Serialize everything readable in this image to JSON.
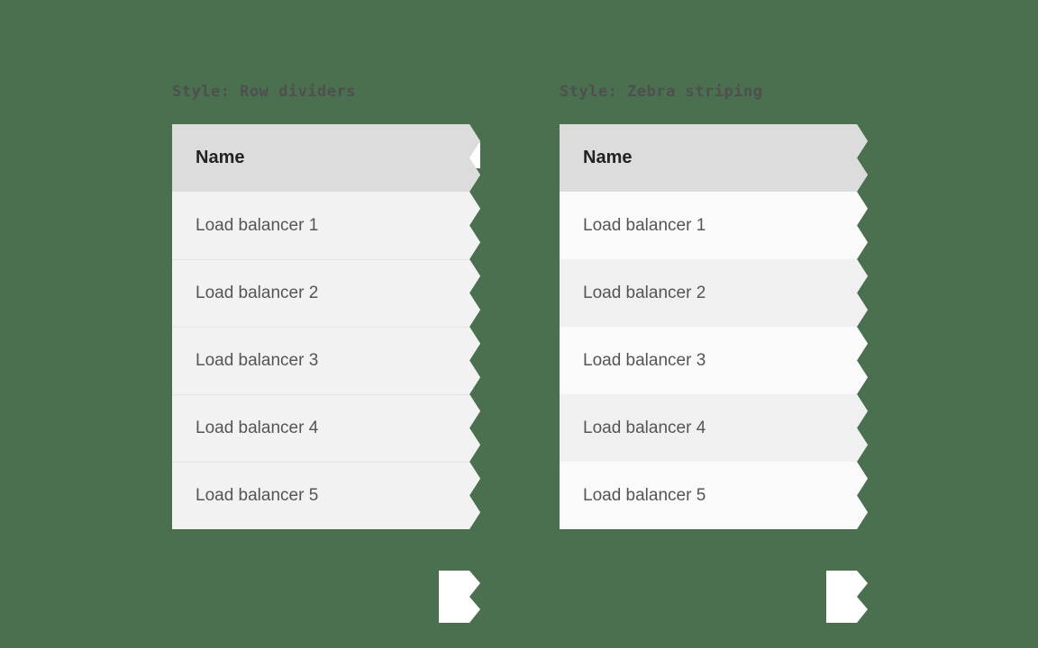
{
  "background_color": "#4a7050",
  "panels": [
    {
      "id": "row-dividers",
      "label": "Style: Row dividers",
      "style": "dividers",
      "header": "Name",
      "rows": [
        "Load balancer 1",
        "Load balancer 2",
        "Load balancer 3",
        "Load balancer 4",
        "Load balancer 5"
      ],
      "colors": {
        "header_bg": "#dcdcdc",
        "header_text": "#222222",
        "row_bg": "#f2f2f2",
        "divider": "#e2e2e2",
        "row_text": "#555555"
      }
    },
    {
      "id": "zebra-striping",
      "label": "Style: Zebra striping",
      "style": "zebra",
      "header": "Name",
      "rows": [
        "Load balancer 1",
        "Load balancer 2",
        "Load balancer 3",
        "Load balancer 4",
        "Load balancer 5"
      ],
      "colors": {
        "header_bg": "#dcdcdc",
        "header_text": "#222222",
        "row_bg_odd": "#fafafa",
        "row_bg_even": "#f0f0f0",
        "row_text": "#555555"
      }
    }
  ],
  "label_color": "#4f4f4f"
}
